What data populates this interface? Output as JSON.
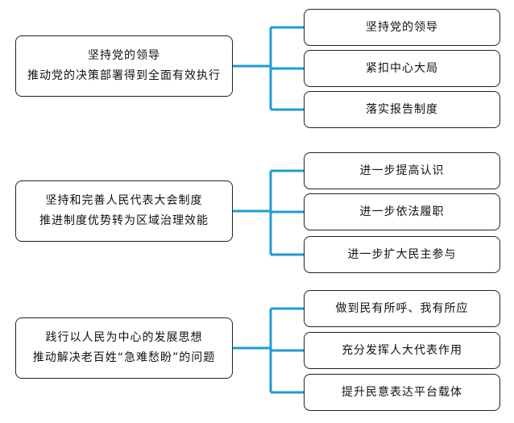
{
  "groups": [
    {
      "main": [
        "坚持党的领导",
        "推动党的决策部署得到全面有效执行"
      ],
      "items": [
        "坚持党的领导",
        "紧扣中心大局",
        "落实报告制度"
      ]
    },
    {
      "main": [
        "坚持和完善人民代表大会制度",
        "推进制度优势转为区域治理效能"
      ],
      "items": [
        "进一步提高认识",
        "进一步依法履职",
        "进一步扩大民主参与"
      ]
    },
    {
      "main": [
        "践行以人民为中心的发展思想",
        "推动解决老百姓“急难愁盼”的问题"
      ],
      "items": [
        "做到民有所呼、我有所应",
        "充分发挥人大代表作用",
        "提升民意表达平台载体"
      ]
    }
  ],
  "colors": {
    "connector": "#1e9bd6",
    "border": "#222222"
  }
}
